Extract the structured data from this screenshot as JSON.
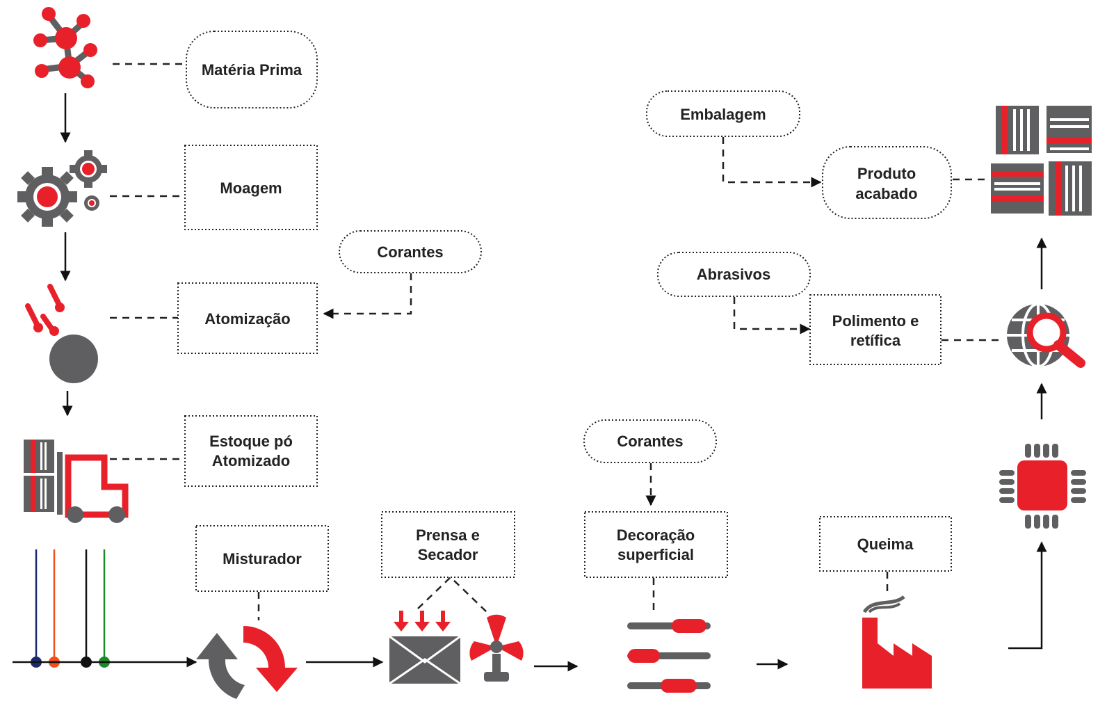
{
  "colors": {
    "red": "#e8202a",
    "gray": "#5f5f61",
    "dark": "#222222",
    "line_blue": "#1b2a6e",
    "line_orange": "#f04e1a",
    "line_black": "#111111",
    "line_green": "#1a8a2a"
  },
  "nodes": {
    "materia_prima": "Matéria Prima",
    "moagem": "Moagem",
    "corantes_1": "Corantes",
    "atomizacao": "Atomização",
    "estoque_l1": "Estoque pó",
    "estoque_l2": "Atomizado",
    "misturador": "Misturador",
    "prensa_l1": "Prensa e",
    "prensa_l2": "Secador",
    "corantes_2": "Corantes",
    "decoracao_l1": "Decoração",
    "decoracao_l2": "superficial",
    "queima": "Queima",
    "abrasivos": "Abrasivos",
    "polimento_l1": "Polimento e",
    "polimento_l2": "retífica",
    "embalagem": "Embalagem",
    "produto_l1": "Produto",
    "produto_l2": "acabado"
  },
  "icons": [
    "molecule-icon",
    "gears-icon",
    "spray-drops-icon",
    "forklift-icon",
    "color-lines-icon",
    "mixer-cycle-icon",
    "press-icon",
    "fan-icon",
    "decoration-bars-icon",
    "factory-icon",
    "chip-icon",
    "globe-search-icon",
    "tiles-icon"
  ]
}
